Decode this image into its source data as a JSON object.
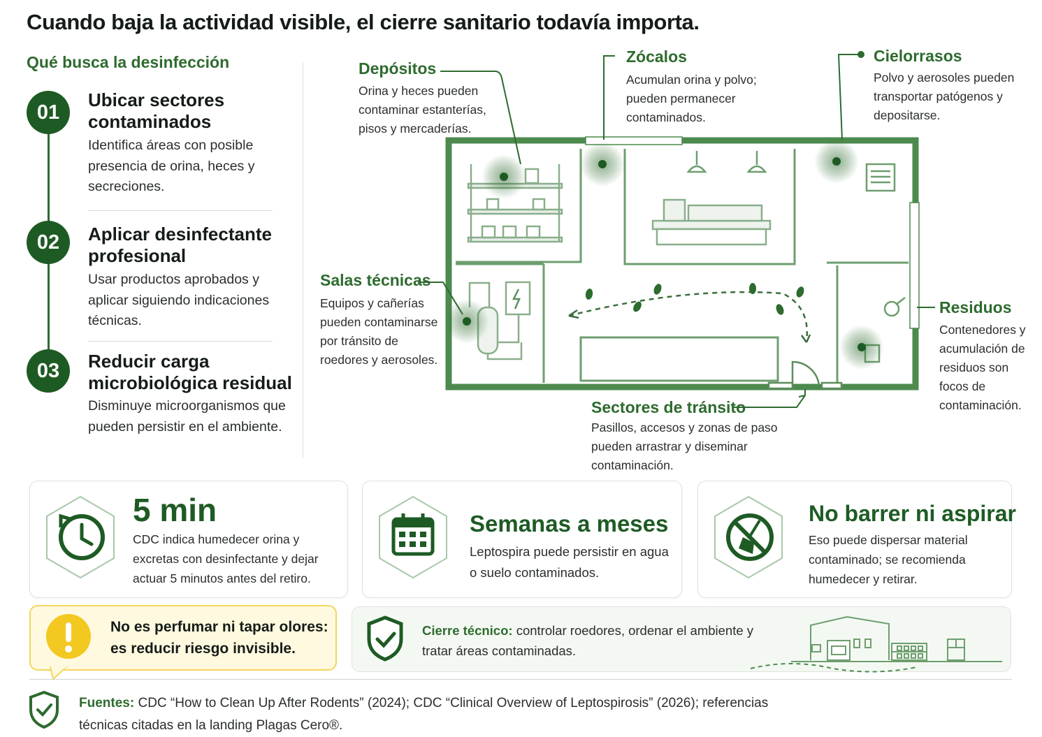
{
  "title": "Cuando baja la actividad visible, el cierre sanitario todavía importa.",
  "section_title": "Qué busca la desinfección",
  "steps": [
    {
      "number": "01",
      "title": "Ubicar sectores contaminados",
      "desc": "Identifica áreas con posible presencia de orina, heces y secreciones."
    },
    {
      "number": "02",
      "title": "Aplicar desinfectante profesional",
      "desc": "Usar productos aprobados y aplicar siguiendo indicaciones técnicas."
    },
    {
      "number": "03",
      "title": "Reducir carga microbiológica residual",
      "desc": "Disminuye microorganismos que pueden persistir en el ambiente."
    }
  ],
  "map_labels": {
    "depositos": {
      "title": "Depósitos",
      "desc": "Orina y heces pueden contaminar estanterías, pisos y mercaderías."
    },
    "zocalos": {
      "title": "Zócalos",
      "desc": "Acumulan orina y polvo; pueden permanecer contaminados."
    },
    "cielorrasos": {
      "title": "Cielorrasos",
      "desc": "Polvo y aerosoles pueden transportar patógenos y depositarse."
    },
    "salas": {
      "title": "Salas técnicas",
      "desc": "Equipos y cañerías pueden contaminarse por tránsito de roedores y aerosoles."
    },
    "residuos": {
      "title": "Residuos",
      "desc": "Contenedores y acumulación de residuos son focos de contaminación."
    },
    "transito": {
      "title": "Sectores de tránsito",
      "desc": "Pasillos, accesos y zonas de paso pueden arrastrar y diseminar contaminación."
    }
  },
  "cards": [
    {
      "icon": "clock-icon",
      "big": "5 min",
      "desc": "CDC indica humedecer orina y excretas con desinfectante y dejar actuar 5 minutos antes del retiro."
    },
    {
      "icon": "calendar-icon",
      "big": "Semanas a meses",
      "desc": "Leptospira puede persistir en agua o suelo contaminados."
    },
    {
      "icon": "no-broom-icon",
      "big": "No barrer ni aspirar",
      "desc": "Eso puede dispersar material contaminado; se recomienda humedecer y retirar."
    }
  ],
  "warning": {
    "text": "No es perfumar ni tapar olores: es reducir riesgo invisible."
  },
  "closure": {
    "label": "Cierre técnico:",
    "text": "controlar roedores, ordenar el ambiente y tratar áreas contaminadas."
  },
  "sources": {
    "label": "Fuentes:",
    "text": "CDC “How to Clean Up After Rodents” (2024); CDC “Clinical Overview of Leptospirosis” (2026); referencias técnicas citadas en la landing Plagas Cero®."
  },
  "colors": {
    "primary": "#2e6b2f",
    "dark": "#1e5b24",
    "warning": "#f3c820",
    "warning_bg": "#fff9df"
  }
}
